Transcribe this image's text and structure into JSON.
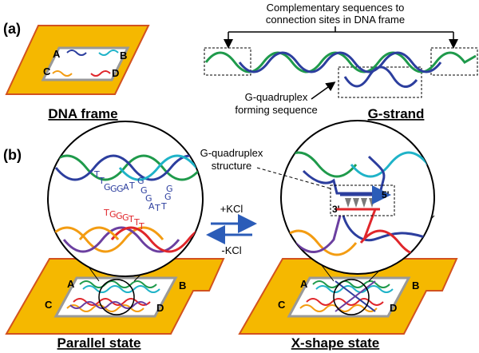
{
  "panels": {
    "a": {
      "label": "(a)",
      "frame": {
        "corners": [
          "A",
          "B",
          "C",
          "D"
        ],
        "caption": "DNA frame"
      },
      "gstrand": {
        "callout_top_line1": "Complementary sequences to",
        "callout_top_line2": "connection sites in DNA frame",
        "callout_bottom_line1": "G-quadruplex",
        "callout_bottom_line2": "forming sequence",
        "caption": "G-strand"
      }
    },
    "b": {
      "label": "(b)",
      "left": {
        "seq_blue": [
          "T",
          "T",
          "G",
          "G",
          "G",
          "A",
          "T",
          "G",
          "G",
          "G",
          "A",
          "T",
          "T",
          "G",
          "G"
        ],
        "seq_red": [
          "T",
          "G",
          "G",
          "G",
          "T",
          "T",
          "T"
        ],
        "corners": [
          "A",
          "B",
          "C",
          "D"
        ],
        "caption": "Parallel state"
      },
      "arrows": {
        "forward": "+KCl",
        "reverse": "-KCl"
      },
      "right": {
        "structure_line1": "G-quadruplex",
        "structure_line2": "structure",
        "end5": "5'",
        "end3": "3'",
        "corners": [
          "A",
          "B",
          "C",
          "D"
        ],
        "caption": "X-shape state"
      }
    }
  },
  "colors": {
    "frame_fill": "#F5B800",
    "frame_edge": "#D2521E",
    "green": "#1F9A4B",
    "navy": "#2C3E9E",
    "teal": "#1FB3C8",
    "red": "#E0262B",
    "orange": "#F39C12",
    "purple": "#6B3FA0",
    "arrow_blue": "#2B5CB8"
  }
}
